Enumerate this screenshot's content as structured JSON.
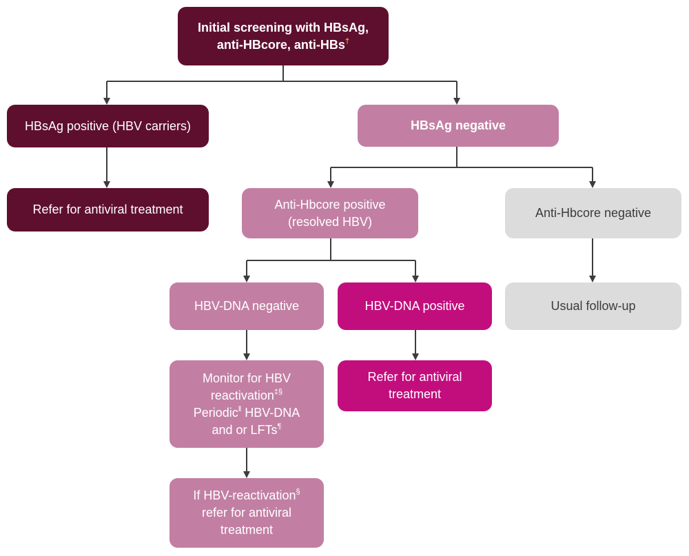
{
  "colors": {
    "dark": "#5e0f2e",
    "pink": "#c27fa3",
    "magenta": "#c20e7d",
    "grey": "#dcdcdc",
    "arrow": "#3c3c3c"
  },
  "nodes": {
    "screening": {
      "line1": "Initial screening with HBsAg,",
      "line2": "anti-HBcore, anti-HBs",
      "sup": "†"
    },
    "hbsag_positive": {
      "text": "HBsAg positive (HBV carriers)"
    },
    "refer_left": {
      "text": "Refer for antiviral treatment"
    },
    "hbsag_negative": {
      "text": "HBsAg negative"
    },
    "anti_hbcore_positive": {
      "line1": "Anti-Hbcore positive",
      "line2": "(resolved HBV)"
    },
    "anti_hbcore_negative": {
      "text": "Anti-Hbcore negative"
    },
    "hbv_dna_negative": {
      "text": "HBV-DNA negative"
    },
    "hbv_dna_positive": {
      "text": "HBV-DNA positive"
    },
    "usual_followup": {
      "text": "Usual follow-up"
    },
    "monitor": {
      "line1": "Monitor for HBV",
      "line2": "reactivation",
      "sup2": "‡§",
      "line3a": "Periodic",
      "sup3": "‖",
      "line3b": " HBV-DNA",
      "line4": "and or LFTs",
      "sup4": "¶"
    },
    "refer_mid": {
      "line1": "Refer for antiviral",
      "line2": "treatment"
    },
    "if_reactivation": {
      "line1": "If HBV-reactivation",
      "sup1": "§",
      "line2": "refer for antiviral",
      "line3": "treatment"
    }
  }
}
